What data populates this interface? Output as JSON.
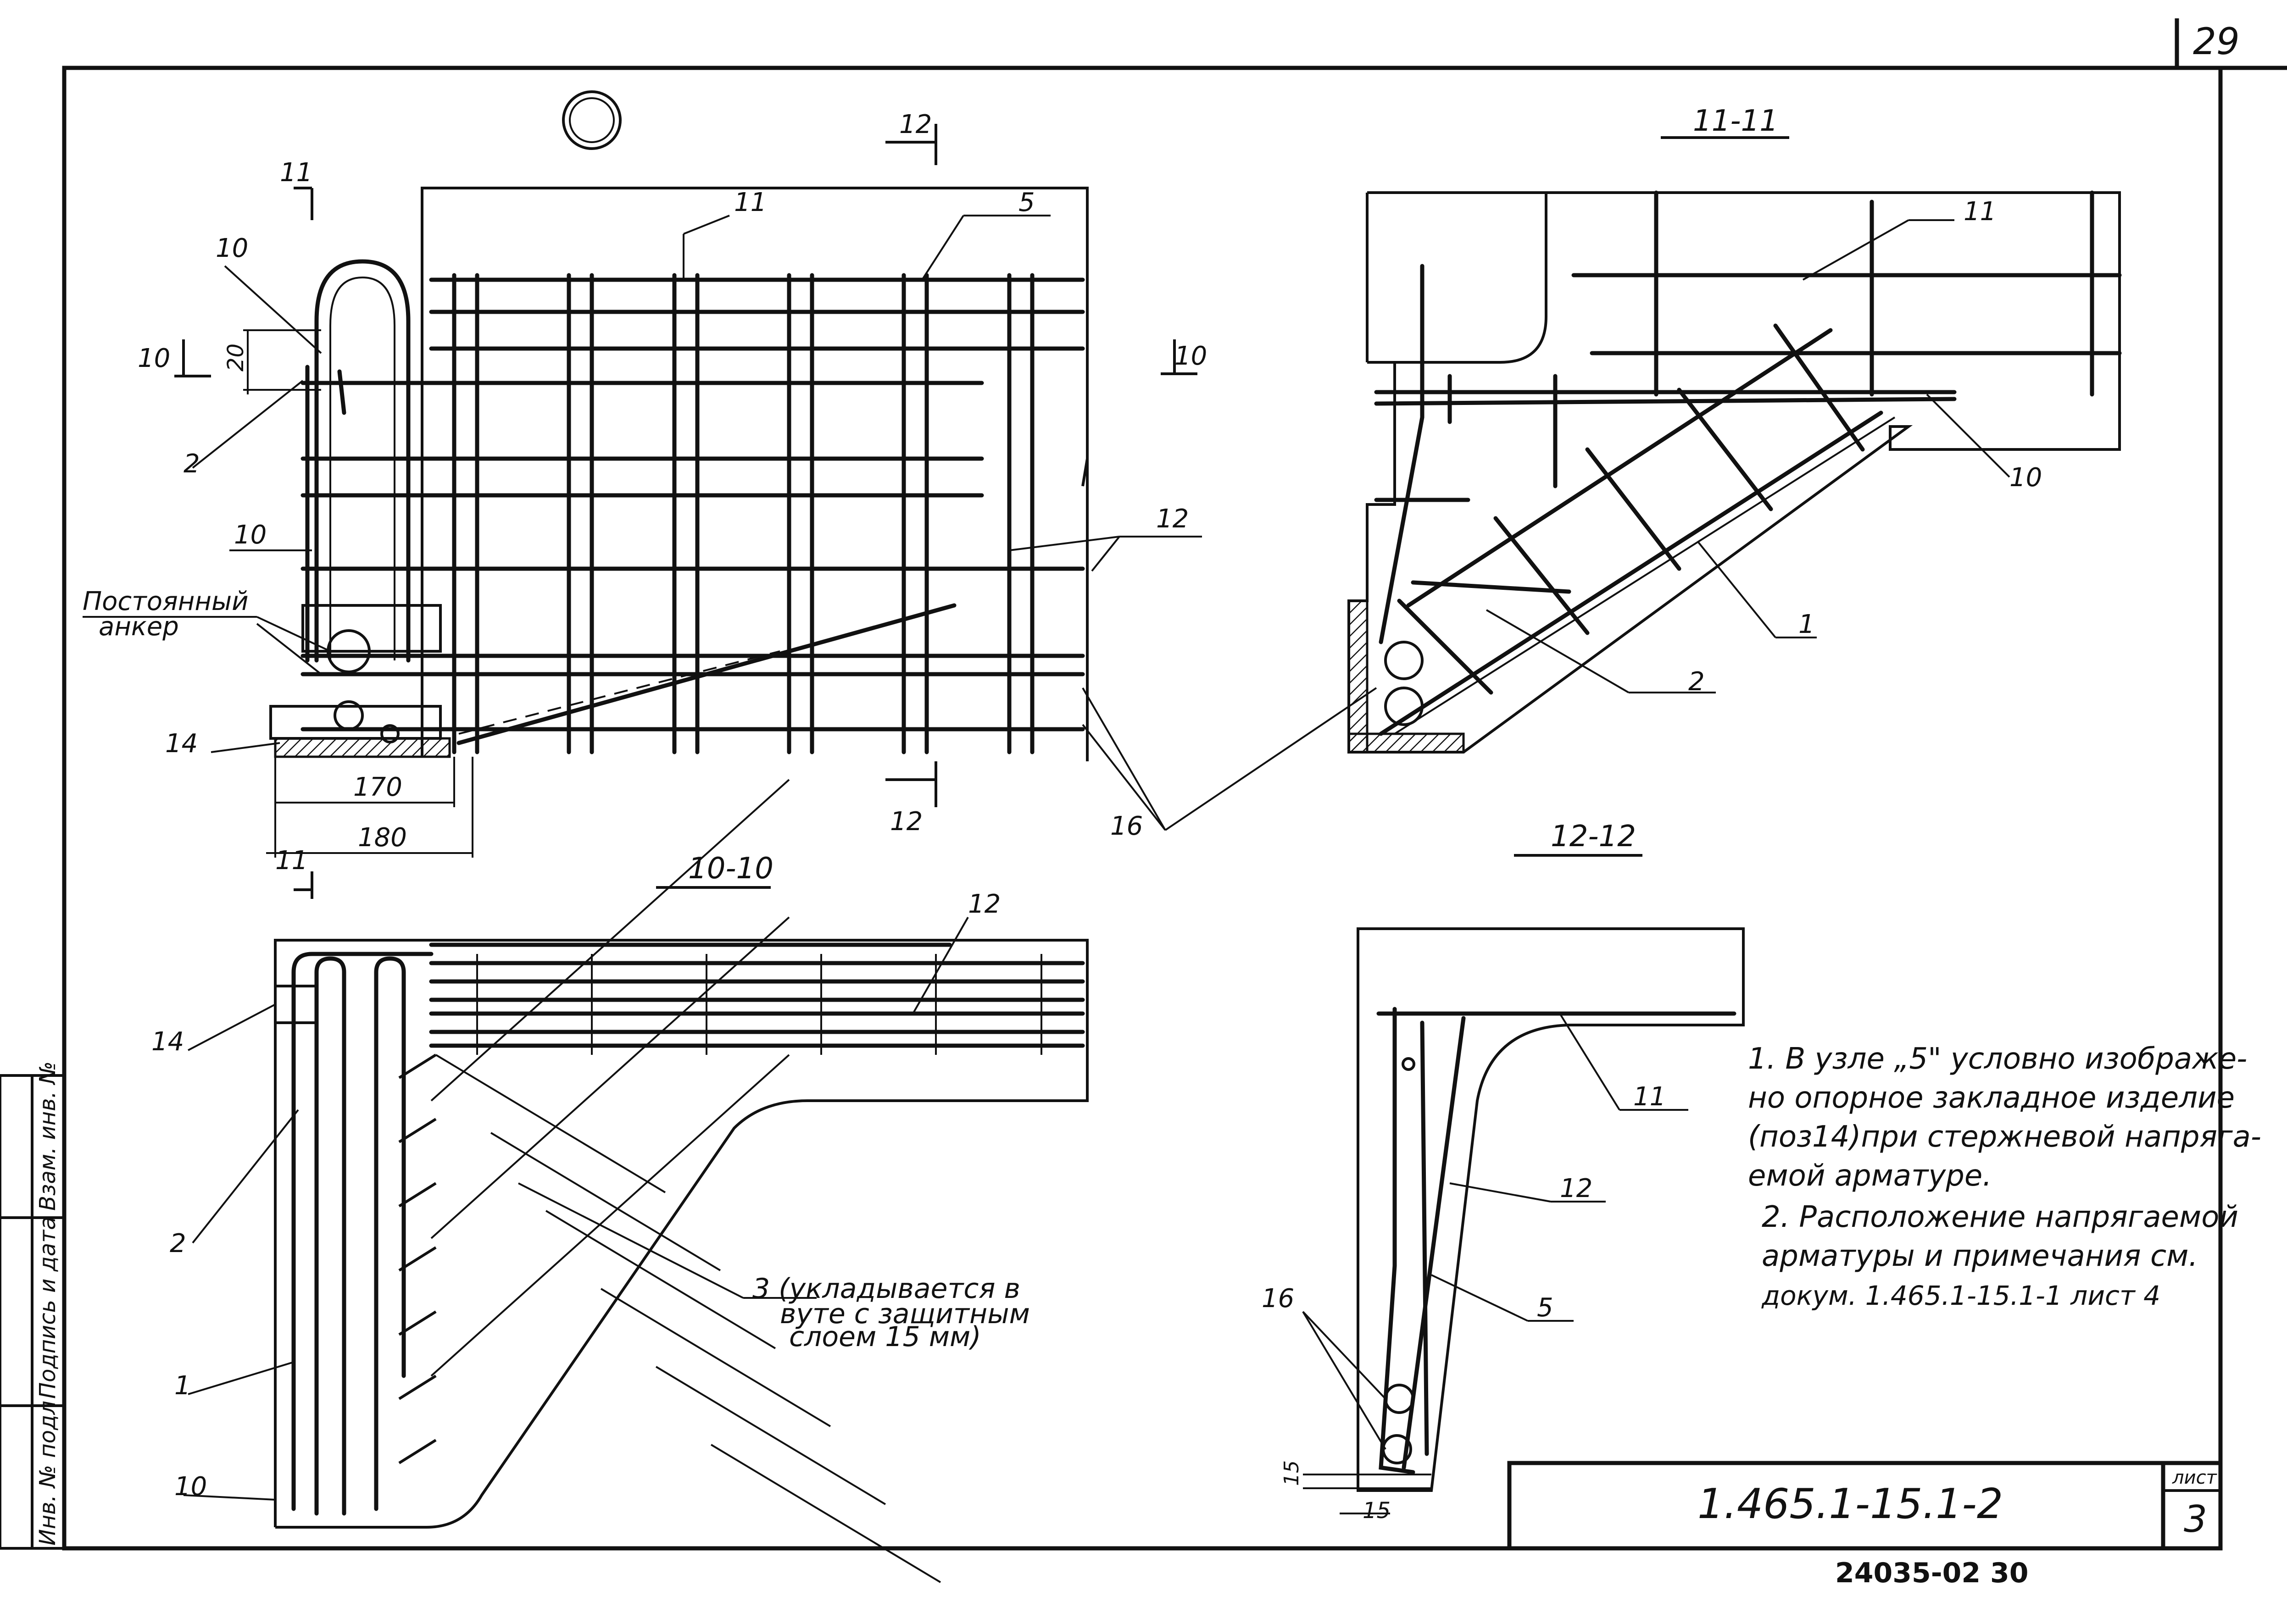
{
  "sheet_number_top": "29",
  "title_block": {
    "document_code": "1.465.1-15.1-2",
    "sheet_label": "лист",
    "sheet_value": "3"
  },
  "archive_number": "24035-02   30",
  "left_stamp": {
    "inv_no": "Инв. № подл",
    "signature_date": "Подпись и дата",
    "replaced_inv": "Взам. инв. №"
  },
  "node": {
    "number": "5",
    "label_permanent_anchor_line1": "Постоянный",
    "label_permanent_anchor_line2": "анкер",
    "dim_20": "20",
    "dim_10": "10",
    "dim_170": "170",
    "dim_180": "180"
  },
  "sections": {
    "s11_title": "11-11",
    "s12_title": "12-12",
    "s10_title": "10-10",
    "mark_10": "10",
    "mark_11": "11",
    "mark_12": "12"
  },
  "positions": {
    "p1": "1",
    "p2": "2",
    "p5": "5",
    "p10": "10",
    "p11": "11",
    "p12": "12",
    "p14": "14",
    "p16": "16"
  },
  "section_1212": {
    "dim_15a": "15",
    "dim_15b": "15"
  },
  "note_3_line1": "3 (укладывается в",
  "note_3_line2": "вуте с защитным",
  "note_3_line3": "слоем 15 мм)",
  "notes": [
    "1. В узле „5\" условно изображе-",
    "но опорное закладное изделие",
    "(поз14)при стержневой напряга-",
    "емой арматуре.",
    "2. Расположение напрягаемой",
    "арматуры и примечания см.",
    "докум. 1.465.1-15.1-1 лист 4"
  ]
}
